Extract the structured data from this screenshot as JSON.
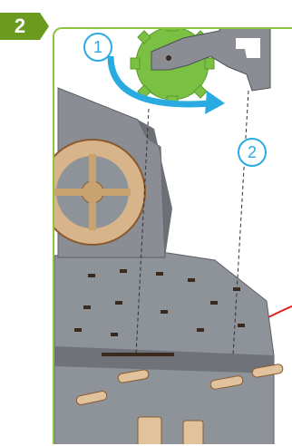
{
  "step": {
    "number": "2",
    "badge_color": "#6a9b1f"
  },
  "callouts": [
    {
      "label": "1",
      "color": "#29abe2",
      "meaning": "rotate-arrow"
    },
    {
      "label": "2",
      "color": "#29abe2",
      "meaning": "insert-down"
    }
  ],
  "frame_color": "#8cc63f",
  "colors": {
    "gray_part": "#8a8e94",
    "green_gear": "#7ac143",
    "wood": "#d8b48a",
    "arrow_blue": "#29abe2",
    "red_wire": "#e02020"
  }
}
